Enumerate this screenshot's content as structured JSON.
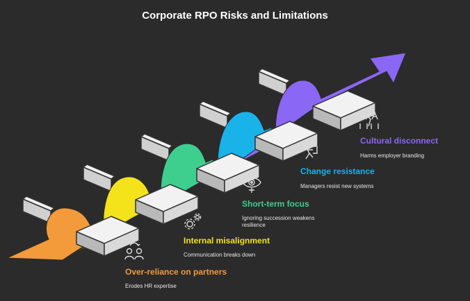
{
  "title": "Corporate RPO Risks and Limitations",
  "steps": [
    {
      "label": "Over-reliance on partners",
      "desc": "Erodes HR expertise",
      "color": "#f39a3a",
      "icon": "people-swap-icon"
    },
    {
      "label": "Internal misalignment",
      "desc": "Communication breaks down",
      "color": "#f4e21b",
      "icon": "gears-icon"
    },
    {
      "label": "Short-term focus",
      "desc": "Ignoring succession weakens resilience",
      "color": "#3ecf8e",
      "icon": "eye-target-icon"
    },
    {
      "label": "Change resistance",
      "desc": "Managers resist new systems",
      "color": "#19b3ea",
      "icon": "pushing-person-icon"
    },
    {
      "label": "Cultural disconnect",
      "desc": "Harms employer branding",
      "color": "#8b67f5",
      "icon": "split-people-icon"
    }
  ],
  "colors": {
    "background": "#2b2b2b",
    "block_light": "#e9e9e9",
    "block_side": "#b9b9b9",
    "block_outline": "#333333"
  }
}
